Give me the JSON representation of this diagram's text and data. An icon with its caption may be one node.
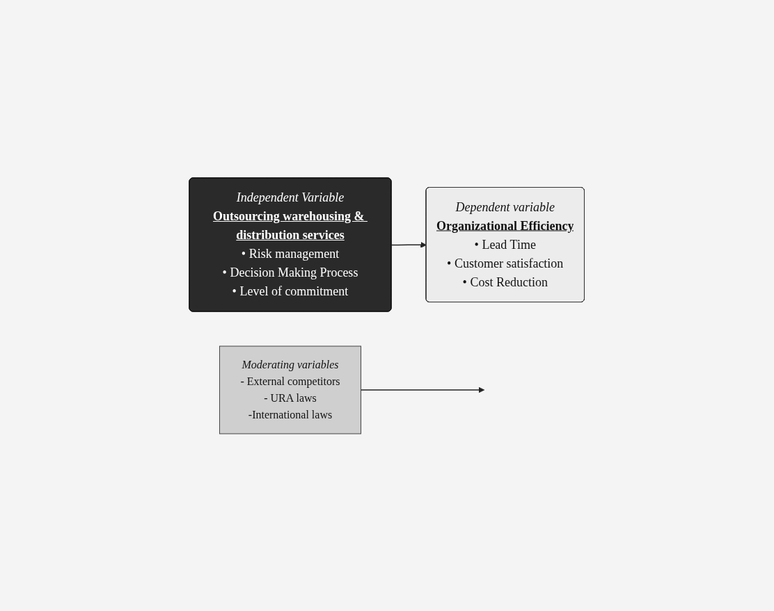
{
  "diagram": {
    "nodes": [
      {
        "text": [
          "Independent Variable",
          "Outsourcing warehousing & distribution services",
          "• Risk management",
          "• Decision Making Process",
          "• Level of commitment"
        ]
      },
      {
        "text": [
          "Dependent variable",
          "Organizational Efficiency",
          "• Lead Time",
          "• Customer satisfaction",
          "• Cost Reduction"
        ]
      },
      {
        "text": [
          "Moderating variables",
          "- External competitors",
          "- URA laws",
          "-International laws"
        ]
      }
    ],
    "edges": [
      {
        "from": 0,
        "to": 1,
        "arrow": "to"
      },
      {
        "from": 2,
        "to": null,
        "arrow": "to"
      }
    ]
  }
}
